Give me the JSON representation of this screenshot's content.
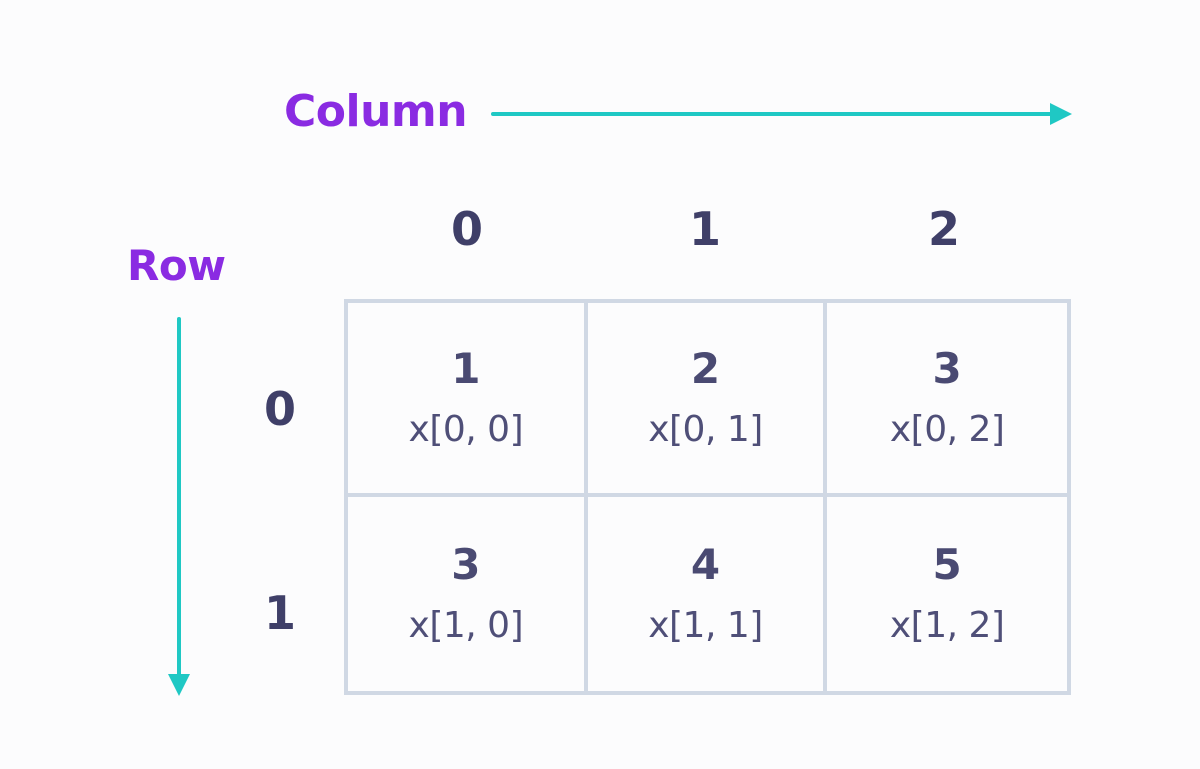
{
  "axes": {
    "column_title": "Column",
    "row_title": "Row",
    "column_headers": [
      "0",
      "1",
      "2"
    ],
    "row_headers": [
      "0",
      "1"
    ]
  },
  "cells": [
    [
      {
        "value": "1",
        "index": "x[0, 0]"
      },
      {
        "value": "2",
        "index": "x[0, 1]"
      },
      {
        "value": "3",
        "index": "x[0, 2]"
      }
    ],
    [
      {
        "value": "3",
        "index": "x[1, 0]"
      },
      {
        "value": "4",
        "index": "x[1, 1]"
      },
      {
        "value": "5",
        "index": "x[1, 2]"
      }
    ]
  ],
  "colors": {
    "title": "#8a2be2",
    "arrow": "#1fc8c4",
    "text": "#3f3f68",
    "grid_border": "#d0d8e4"
  }
}
